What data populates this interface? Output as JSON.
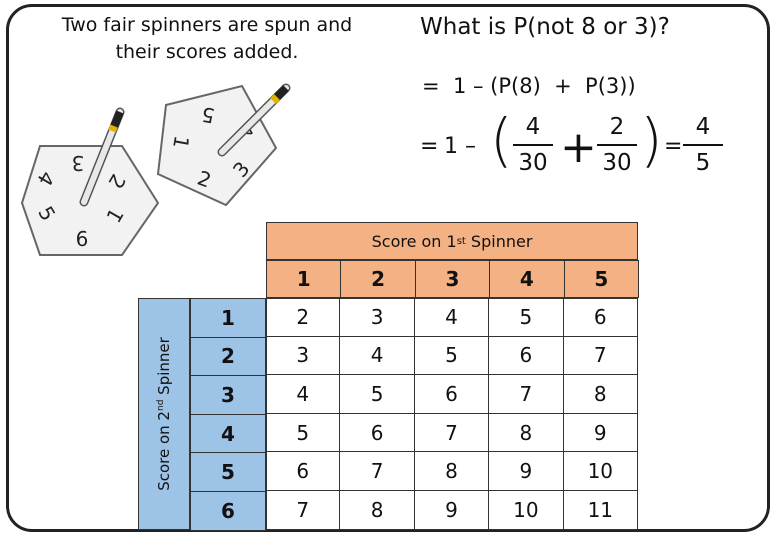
{
  "intro_text": "Two fair spinners are spun and their scores added.",
  "question": "What is P(not 8 or 3)?",
  "step1": "=  1 – (P(8)  +  P(3))",
  "step2": {
    "equals": "=",
    "one_minus": "1 –",
    "fraction_a": {
      "numerator": "4",
      "denominator": "30"
    },
    "plus": "+",
    "fraction_b": {
      "numerator": "2",
      "denominator": "30"
    },
    "equals2": "=",
    "result": {
      "numerator": "4",
      "denominator": "5"
    }
  },
  "hexagon_spinner": {
    "labels": [
      "3",
      "2",
      "1",
      "6",
      "5",
      "4"
    ]
  },
  "pentagon_spinner": {
    "labels": [
      "5",
      "4",
      "3",
      "2",
      "1"
    ]
  },
  "table": {
    "column_header": {
      "prefix": "Score on 1",
      "sup": "st",
      "suffix": " Spinner"
    },
    "row_header": {
      "prefix": "Score on 2",
      "sup": "nd",
      "suffix": " Spinner"
    },
    "columns": [
      "1",
      "2",
      "3",
      "4",
      "5"
    ],
    "rows": [
      {
        "label": "1",
        "values": [
          "2",
          "3",
          "4",
          "5",
          "6"
        ]
      },
      {
        "label": "2",
        "values": [
          "3",
          "4",
          "5",
          "6",
          "7"
        ]
      },
      {
        "label": "3",
        "values": [
          "4",
          "5",
          "6",
          "7",
          "8"
        ]
      },
      {
        "label": "4",
        "values": [
          "5",
          "6",
          "7",
          "8",
          "9"
        ]
      },
      {
        "label": "5",
        "values": [
          "6",
          "7",
          "8",
          "9",
          "10"
        ]
      },
      {
        "label": "6",
        "values": [
          "7",
          "8",
          "9",
          "10",
          "11"
        ]
      }
    ]
  },
  "colors": {
    "column_header": "#f4b183",
    "row_header": "#9dc3e6"
  }
}
